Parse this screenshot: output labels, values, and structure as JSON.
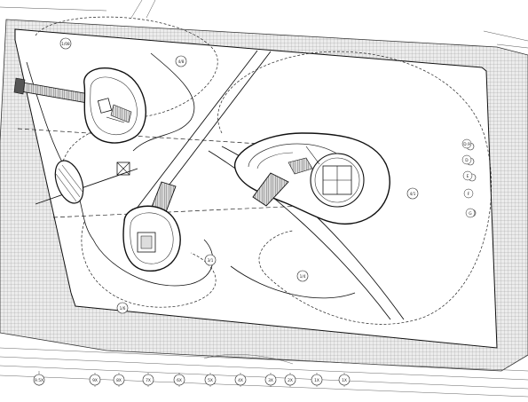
{
  "plan": {
    "site_tags": [
      {
        "id": "tag-upper-left",
        "text": "1/08"
      },
      {
        "id": "tag-upper-mid",
        "text": "4/8"
      },
      {
        "id": "tag-right",
        "text": "4/1"
      },
      {
        "id": "tag-lower-mid",
        "text": "3/1"
      },
      {
        "id": "tag-lower-right",
        "text": "1/4"
      },
      {
        "id": "tag-lower-left",
        "text": "1/6"
      }
    ],
    "column_markers": [
      "D.9",
      "D",
      "E",
      "F",
      "G"
    ],
    "grid_markers": [
      "9.5X",
      "9X",
      "8X",
      "7X",
      "6X",
      "5X",
      "4X",
      "3X",
      "2X",
      "1X",
      "1X"
    ]
  }
}
